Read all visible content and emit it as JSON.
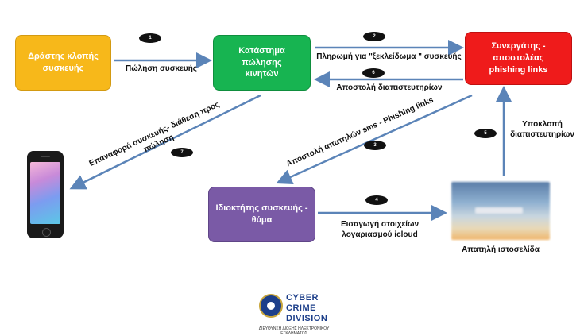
{
  "nodes": {
    "thief": "Δράστης κλοπής\nσυσκευής",
    "store": "Κατάστημα πώλησης\nκινητών",
    "partner": "Συνεργάτης -\nαποστολέας\nphishing links",
    "owner": "Ιδιοκτήτης συσκευής -\nθύμα"
  },
  "edges": {
    "sale": "Πώληση συσκευής",
    "payment": "Πληρωμή για \"ξεκλείδωμα \" συσκευής",
    "credentials_send": "Αποστολή διαπιστευτηρίων",
    "restore": "Επαναφορά συσκευής- διάθεση προς\nπώληση",
    "phishing_send": "Αποστολή απατηλών sms - Phishing links",
    "enter_icloud": "Εισαγωγή στοιχείων\nλογαριασμού icloud",
    "intercept": "Υποκλοπή\nδιαπιστευτηρίων"
  },
  "badges": [
    "1",
    "2",
    "3",
    "4",
    "5",
    "6",
    "7"
  ],
  "fake_site_caption": "Απατηλή ιστοσελίδα",
  "logo": {
    "line1": "CYBER",
    "line2": "CRIME",
    "line3": "DIVISION",
    "subtitle": "ΔΙΕΥΘΥΝΣΗ ΔΙΩΞΗΣ ΗΛΕΚΤΡΟΝΙΚΟΥ ΕΓΚΛΗΜΑΤΟΣ"
  },
  "colors": {
    "thief": "#f7b81a",
    "store": "#17b451",
    "partner": "#ef1b1b",
    "owner": "#7a5aa6",
    "arrow": "#5b84b8"
  }
}
